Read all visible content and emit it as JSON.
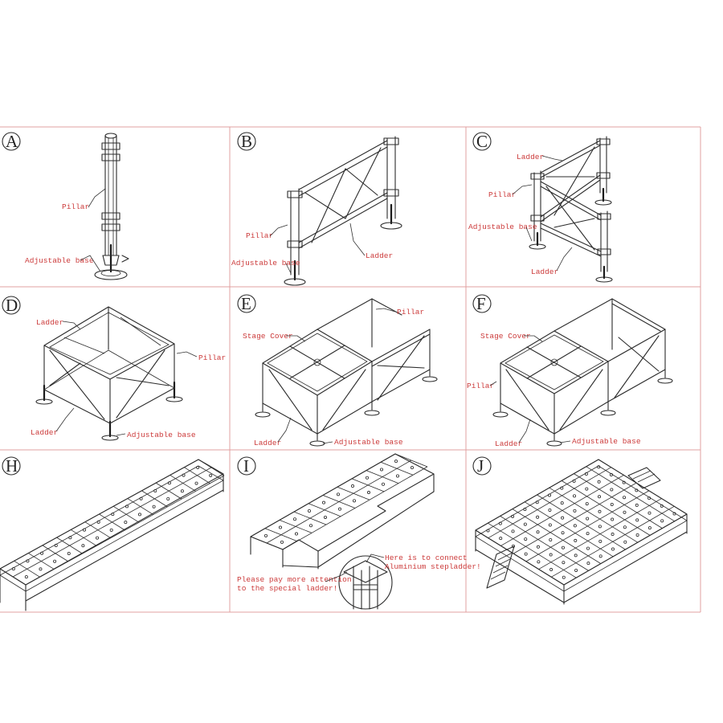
{
  "panels": {
    "A": {
      "letter": "A",
      "labels": {
        "pillar": "Pillar",
        "base": "Adjustable base"
      }
    },
    "B": {
      "letter": "B",
      "labels": {
        "pillar": "Pillar",
        "base": "Adjustable base",
        "ladder": "Ladder"
      }
    },
    "C": {
      "letter": "C",
      "labels": {
        "ladder_top": "Ladder",
        "pillar": "Pillar",
        "base": "Adjustable base",
        "ladder_bottom": "Ladder"
      }
    },
    "D": {
      "letter": "D",
      "labels": {
        "ladder_top": "Ladder",
        "pillar": "Pillar",
        "ladder_bottom": "Ladder",
        "base": "Adjustable base"
      }
    },
    "E": {
      "letter": "E",
      "labels": {
        "stage_cover": "Stage Cover",
        "pillar": "Pillar",
        "ladder": "Ladder",
        "base": "Adjustable base"
      }
    },
    "F": {
      "letter": "F",
      "labels": {
        "stage_cover": "Stage Cover",
        "pillar": "Pillar",
        "ladder": "Ladder",
        "base": "Adjustable base"
      }
    },
    "H": {
      "letter": "H"
    },
    "I": {
      "letter": "I",
      "labels": {
        "note1_line1": "Here is to connect",
        "note1_line2": "Aluminium stepladder!",
        "note2_line1": "Please pay more attention",
        "note2_line2": "to the special ladder!"
      }
    },
    "J": {
      "letter": "J"
    }
  },
  "colors": {
    "callout": "#cc3b3b",
    "grid": "#e2a0a0",
    "line": "#2b2b2b"
  }
}
